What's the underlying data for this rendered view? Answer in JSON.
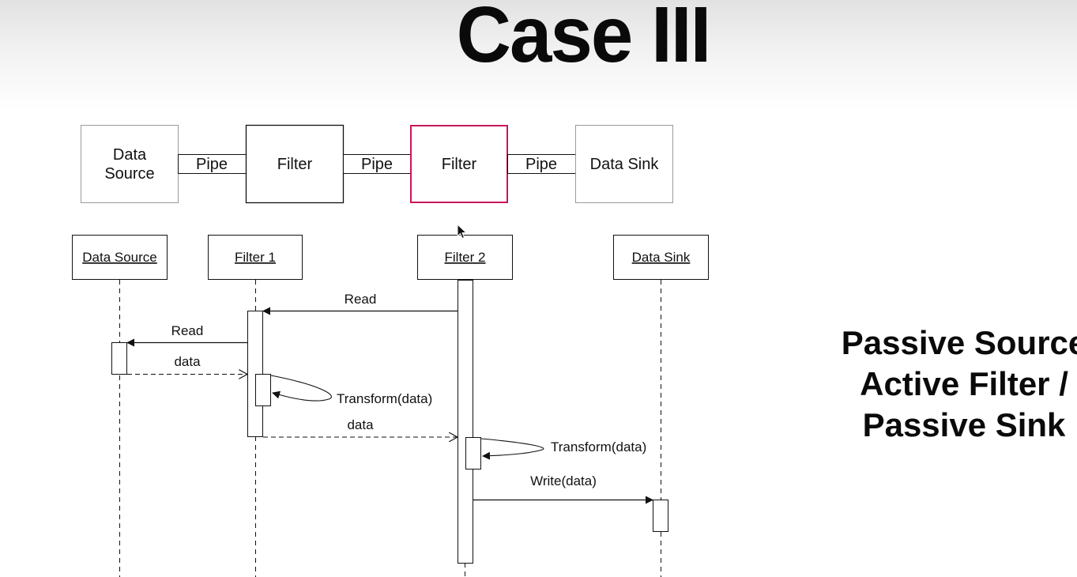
{
  "slide": {
    "title": "Case III",
    "side_text": [
      "Passive Source",
      "Active Filter /",
      "Passive Sink"
    ]
  },
  "pipeline": {
    "components": [
      {
        "label": "Data Source",
        "lines": [
          "Data",
          "Source"
        ],
        "kind": "source"
      },
      {
        "label": "Pipe",
        "lines": [
          "Pipe"
        ],
        "kind": "pipe"
      },
      {
        "label": "Filter",
        "lines": [
          "Filter"
        ],
        "kind": "filter"
      },
      {
        "label": "Pipe",
        "lines": [
          "Pipe"
        ],
        "kind": "pipe"
      },
      {
        "label": "Filter",
        "lines": [
          "Filter"
        ],
        "kind": "filter",
        "highlighted": true
      },
      {
        "label": "Pipe",
        "lines": [
          "Pipe"
        ],
        "kind": "pipe"
      },
      {
        "label": "Data Sink",
        "lines": [
          "Data Sink"
        ],
        "kind": "sink"
      }
    ],
    "highlight_color": "#c8175d"
  },
  "sequence": {
    "lifelines": [
      "Data Source",
      "Filter 1",
      "Filter 2",
      "Data Sink"
    ],
    "messages": [
      {
        "label": "Read",
        "from": "Filter 2",
        "to": "Filter 1",
        "style": "solid"
      },
      {
        "label": "Read",
        "from": "Filter 1",
        "to": "Data Source",
        "style": "solid"
      },
      {
        "label": "data",
        "from": "Data Source",
        "to": "Filter 1",
        "style": "dashed"
      },
      {
        "label": "Transform(data)",
        "from": "Filter 1",
        "to": "Filter 1",
        "style": "self"
      },
      {
        "label": "data",
        "from": "Filter 1",
        "to": "Filter 2",
        "style": "dashed"
      },
      {
        "label": "Transform(data)",
        "from": "Filter 2",
        "to": "Filter 2",
        "style": "self"
      },
      {
        "label": "Write(data)",
        "from": "Filter 2",
        "to": "Data Sink",
        "style": "solid"
      }
    ]
  }
}
